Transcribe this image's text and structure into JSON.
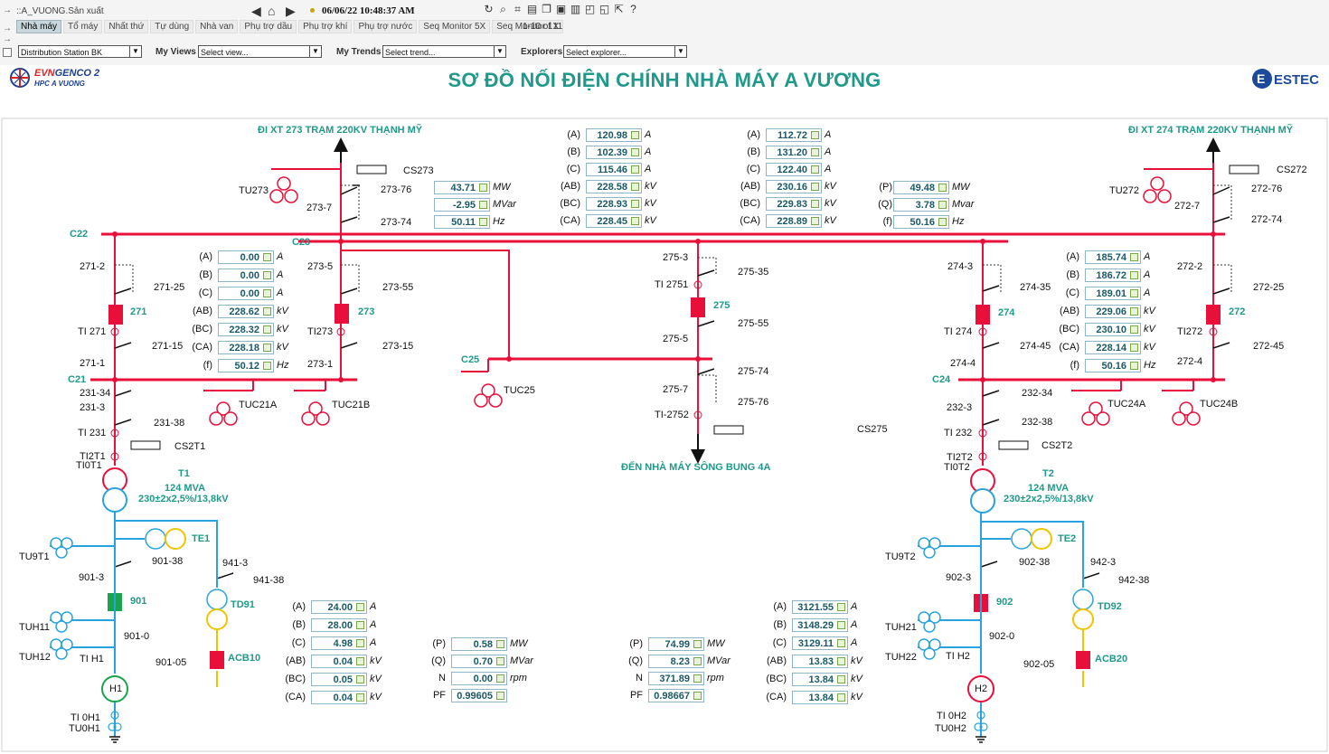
{
  "toolbar": {
    "path": "::A_VUONG.Sản xuất",
    "clock": "06/06/22 10:48:37 AM",
    "tabs": [
      "Nhà máy",
      "Tổ máy",
      "Nhất thứ",
      "Tự dùng",
      "Nhà van",
      "Phụ trợ dầu",
      "Phụ trợ khí",
      "Phụ trợ nước",
      "Seq Monitor 5X",
      "Seq Monitor 1X"
    ],
    "paging": "1-10 of 11",
    "station_select": "Distribution Station BK",
    "my_views_label": "My Views",
    "my_views_value": "Select view...",
    "my_trends_label": "My Trends",
    "my_trends_value": "Select trend...",
    "explorers_label": "Explorers",
    "explorers_value": "Select explorer..."
  },
  "header": {
    "title": "SƠ ĐỒ NỐI ĐIỆN CHÍNH NHÀ MÁY A VƯƠNG",
    "logo_left_line1": "EVNGENCO 2",
    "logo_left_line2": "HPC A VUONG",
    "logo_right": "ESTEC"
  },
  "labels": {
    "line273": "ĐI XT 273 TRẠM 220KV THẠNH MỸ",
    "line274": "ĐI XT 274 TRẠM 220KV THẠNH MỸ",
    "song_bung": "ĐẾN NHÀ MÁY SÔNG BUNG 4A",
    "c22": "C22",
    "c23": "C23",
    "c21": "C21",
    "c25": "C25",
    "c24": "C24",
    "t1_name": "T1",
    "t1_mva": "124 MVA",
    "t1_ratio": "230±2x2,5%/13,8kV",
    "t2_name": "T2",
    "t2_mva": "124 MVA",
    "t2_ratio": "230±2x2,5%/13,8kV",
    "h1": "H1",
    "h2": "H2",
    "te1": "TE1",
    "te2": "TE2",
    "td91": "TD91",
    "td92": "TD92",
    "acb10": "ACB10",
    "acb20": "ACB20",
    "b271": "271",
    "b273": "273",
    "b275": "275",
    "b274": "274",
    "b272": "272",
    "b901": "901",
    "b902": "902",
    "cs275": "CS275"
  },
  "tags": [
    "CS273",
    "TU273",
    "273-76",
    "273-7",
    "273-74",
    "CS272",
    "TU272",
    "272-76",
    "272-7",
    "272-74",
    "271-2",
    "271-25",
    "TI 271",
    "271-15",
    "271-1",
    "273-5",
    "273-55",
    "TI273",
    "273-15",
    "273-1",
    "275-3",
    "275-35",
    "TI 2751",
    "275-55",
    "275-5",
    "275-74",
    "275-7",
    "275-76",
    "TI-2752",
    "274-3",
    "274-35",
    "TI 274",
    "274-45",
    "274-4",
    "272-2",
    "272-25",
    "TI272",
    "272-45",
    "272-4",
    "231-34",
    "231-3",
    "231-38",
    "TI 231",
    "CS2T1",
    "TI2T1",
    "TI0T1",
    "TUC21A",
    "TUC21B",
    "TUC25",
    "232-34",
    "232-3",
    "232-38",
    "TI 232",
    "CS2T2",
    "TI2T2",
    "TI0T2",
    "TUC24A",
    "TUC24B",
    "TU9T1",
    "901-3",
    "901-38",
    "941-3",
    "941-38",
    "TUH11",
    "TUH12",
    "TI H1",
    "901-0",
    "901-05",
    "TI 0H1",
    "TU0H1",
    "TU9T2",
    "902-3",
    "902-38",
    "942-3",
    "942-38",
    "TUH21",
    "TUH22",
    "TI H2",
    "902-0",
    "902-05",
    "TI 0H2",
    "TU0H2"
  ],
  "panels": {
    "line273_pq": [
      {
        "label": "(P)",
        "value": "43.71",
        "unit": "MW"
      },
      {
        "label": "(Q)",
        "value": "-2.95",
        "unit": "MVar"
      },
      {
        "label": "(f)",
        "value": "50.11",
        "unit": "Hz"
      }
    ],
    "line273_iv": [
      {
        "label": "(A)",
        "value": "120.98",
        "unit": "A"
      },
      {
        "label": "(B)",
        "value": "102.39",
        "unit": "A"
      },
      {
        "label": "(C)",
        "value": "115.46",
        "unit": "A"
      },
      {
        "label": "(AB)",
        "value": "228.58",
        "unit": "kV"
      },
      {
        "label": "(BC)",
        "value": "228.93",
        "unit": "kV"
      },
      {
        "label": "(CA)",
        "value": "228.45",
        "unit": "kV"
      }
    ],
    "line274_iv": [
      {
        "label": "(A)",
        "value": "112.72",
        "unit": "A"
      },
      {
        "label": "(B)",
        "value": "131.20",
        "unit": "A"
      },
      {
        "label": "(C)",
        "value": "122.40",
        "unit": "A"
      },
      {
        "label": "(AB)",
        "value": "230.16",
        "unit": "kV"
      },
      {
        "label": "(BC)",
        "value": "229.83",
        "unit": "kV"
      },
      {
        "label": "(CA)",
        "value": "228.89",
        "unit": "kV"
      }
    ],
    "line274_pq": [
      {
        "label": "(P)",
        "value": "49.48",
        "unit": "MW"
      },
      {
        "label": "(Q)",
        "value": "3.78",
        "unit": "Mvar"
      },
      {
        "label": "(f)",
        "value": "50.16",
        "unit": "Hz"
      }
    ],
    "bay271": [
      {
        "label": "(A)",
        "value": "0.00",
        "unit": "A"
      },
      {
        "label": "(B)",
        "value": "0.00",
        "unit": "A"
      },
      {
        "label": "(C)",
        "value": "0.00",
        "unit": "A"
      },
      {
        "label": "(AB)",
        "value": "228.62",
        "unit": "kV"
      },
      {
        "label": "(BC)",
        "value": "228.32",
        "unit": "kV"
      },
      {
        "label": "(CA)",
        "value": "228.18",
        "unit": "kV"
      },
      {
        "label": "(f)",
        "value": "50.12",
        "unit": "Hz"
      }
    ],
    "bay274": [
      {
        "label": "(A)",
        "value": "185.74",
        "unit": "A"
      },
      {
        "label": "(B)",
        "value": "186.72",
        "unit": "A"
      },
      {
        "label": "(C)",
        "value": "189.01",
        "unit": "A"
      },
      {
        "label": "(AB)",
        "value": "229.06",
        "unit": "kV"
      },
      {
        "label": "(BC)",
        "value": "230.10",
        "unit": "kV"
      },
      {
        "label": "(CA)",
        "value": "228.14",
        "unit": "kV"
      },
      {
        "label": "(f)",
        "value": "50.16",
        "unit": "Hz"
      }
    ],
    "h1_iv": [
      {
        "label": "(A)",
        "value": "24.00",
        "unit": "A"
      },
      {
        "label": "(B)",
        "value": "28.00",
        "unit": "A"
      },
      {
        "label": "(C)",
        "value": "4.98",
        "unit": "A"
      },
      {
        "label": "(AB)",
        "value": "0.04",
        "unit": "kV"
      },
      {
        "label": "(BC)",
        "value": "0.05",
        "unit": "kV"
      },
      {
        "label": "(CA)",
        "value": "0.04",
        "unit": "kV"
      }
    ],
    "h1_pq": [
      {
        "label": "(P)",
        "value": "0.58",
        "unit": "MW"
      },
      {
        "label": "(Q)",
        "value": "0.70",
        "unit": "MVar"
      },
      {
        "label": "N",
        "value": "0.00",
        "unit": "rpm"
      },
      {
        "label": "PF",
        "value": "0.99605",
        "unit": ""
      }
    ],
    "h2_pq": [
      {
        "label": "(P)",
        "value": "74.99",
        "unit": "MW"
      },
      {
        "label": "(Q)",
        "value": "8.23",
        "unit": "MVar"
      },
      {
        "label": "N",
        "value": "371.89",
        "unit": "rpm"
      },
      {
        "label": "PF",
        "value": "0.98667",
        "unit": ""
      }
    ],
    "h2_iv": [
      {
        "label": "(A)",
        "value": "3121.55",
        "unit": "A"
      },
      {
        "label": "(B)",
        "value": "3148.29",
        "unit": "A"
      },
      {
        "label": "(C)",
        "value": "3129.11",
        "unit": "A"
      },
      {
        "label": "(AB)",
        "value": "13.83",
        "unit": "kV"
      },
      {
        "label": "(BC)",
        "value": "13.84",
        "unit": "kV"
      },
      {
        "label": "(CA)",
        "value": "13.84",
        "unit": "kV"
      }
    ]
  }
}
